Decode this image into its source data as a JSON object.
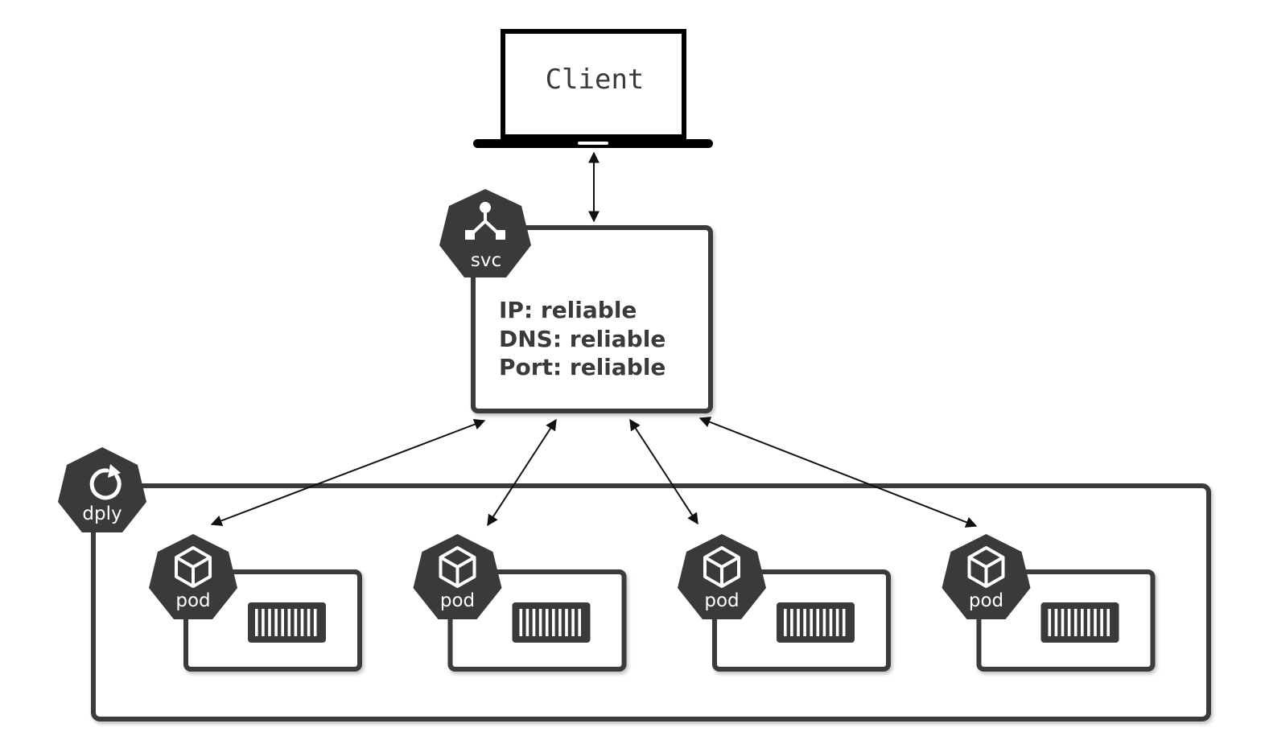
{
  "client": {
    "label": "Client",
    "icon": "laptop-icon"
  },
  "service": {
    "badge_label": "svc",
    "icon": "service-icon",
    "lines": [
      "IP: reliable",
      "DNS: reliable",
      "Port: reliable"
    ]
  },
  "deployment": {
    "badge_label": "dply",
    "icon": "refresh-icon"
  },
  "pods": [
    {
      "badge_label": "pod",
      "icon": "cube-icon",
      "container_icon": "container-icon"
    },
    {
      "badge_label": "pod",
      "icon": "cube-icon",
      "container_icon": "container-icon"
    },
    {
      "badge_label": "pod",
      "icon": "cube-icon",
      "container_icon": "container-icon"
    },
    {
      "badge_label": "pod",
      "icon": "cube-icon",
      "container_icon": "container-icon"
    }
  ],
  "colors": {
    "dark": "#3a3a3c",
    "line": "#111111",
    "background": "#ffffff"
  }
}
